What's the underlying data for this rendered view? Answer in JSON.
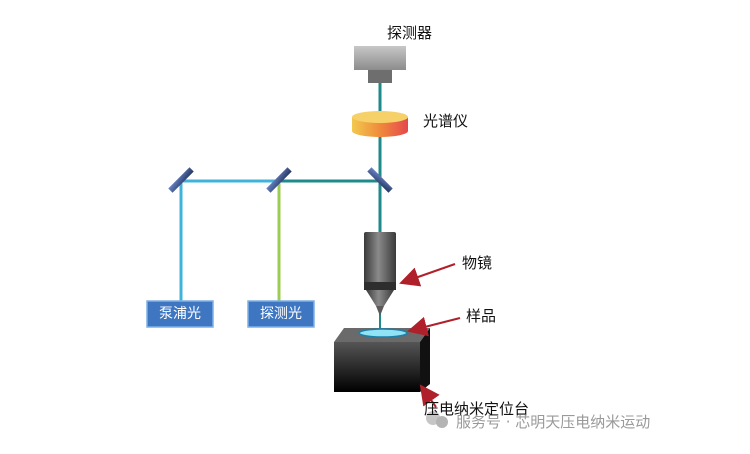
{
  "labels": {
    "detector": "探测器",
    "spectrometer": "光谱仪",
    "objective": "物镜",
    "sample": "样品",
    "stage": "压电纳米定位台",
    "pump_light": "泵浦光",
    "probe_light": "探测光"
  },
  "watermark": "服务号 · 芯明天压电纳米运动",
  "colors": {
    "beam_teal": "#1e8a8a",
    "beam_blue": "#3fb3d9",
    "beam_green": "#9ccc52",
    "box_blue": "#3e76c2",
    "arrow_red": "#b0202a"
  }
}
